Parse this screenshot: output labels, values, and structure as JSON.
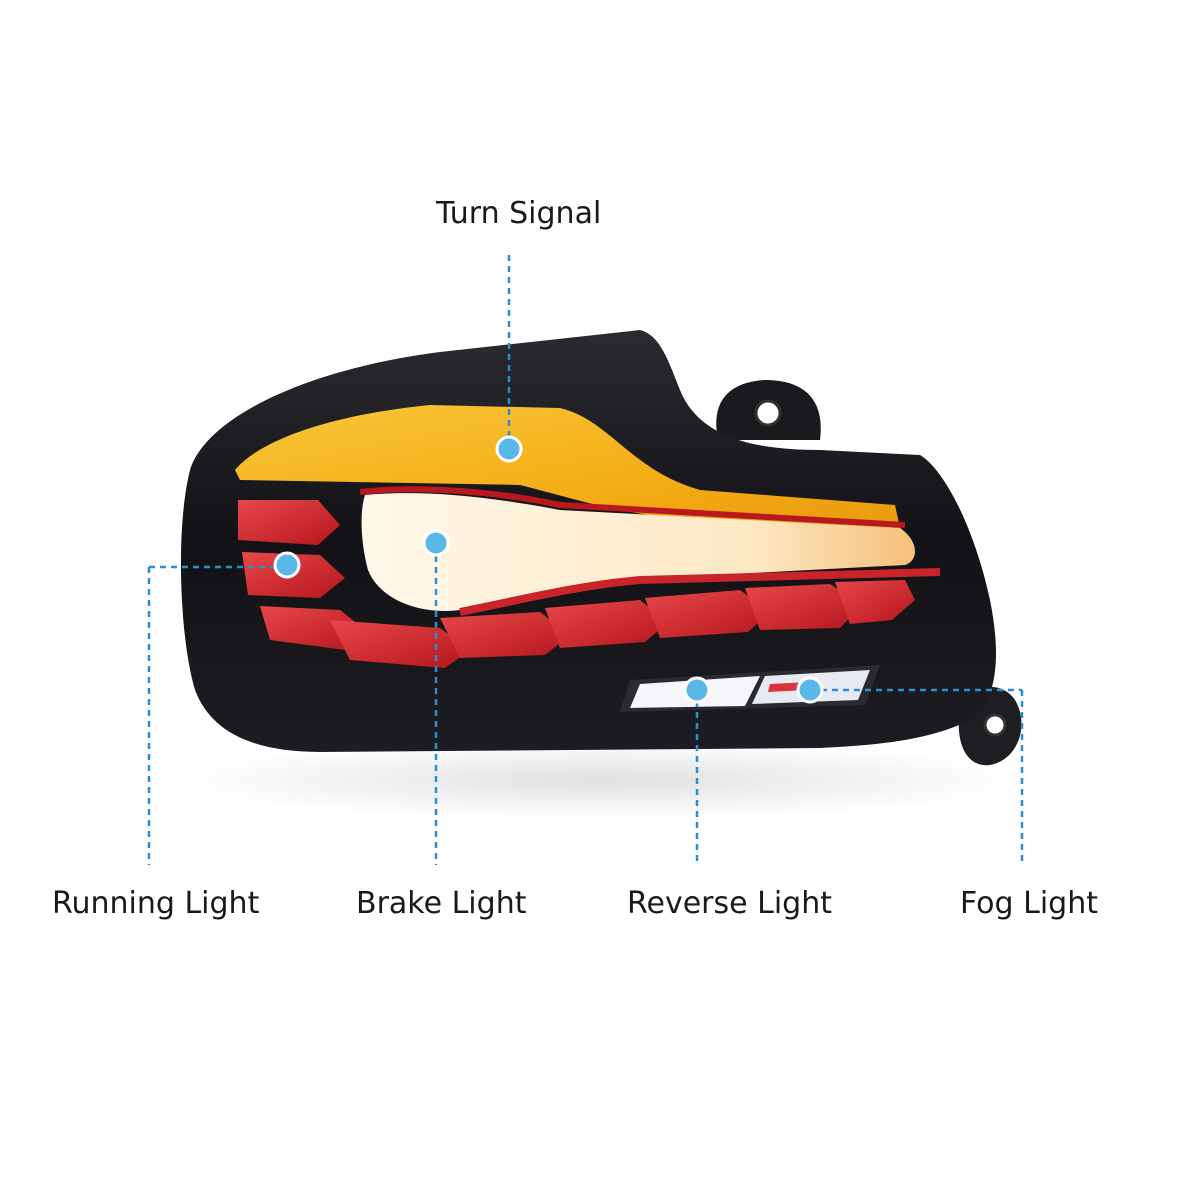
{
  "labels": {
    "turn_signal": "Turn Signal",
    "running_light": "Running Light",
    "brake_light": "Brake Light",
    "reverse_light": "Reverse Light",
    "fog_light": "Fog Light"
  },
  "colors": {
    "callout_line": "#2a8fd0",
    "callout_dot": "#5ab8e8",
    "housing": "#16161a",
    "turn_amber": "#f4b41c",
    "brake_white": "#fff3dc",
    "running_red": "#d9262a",
    "reverse_white": "#f4f6fa"
  },
  "icons": {
    "callout_marker": "circle-dot-icon"
  }
}
